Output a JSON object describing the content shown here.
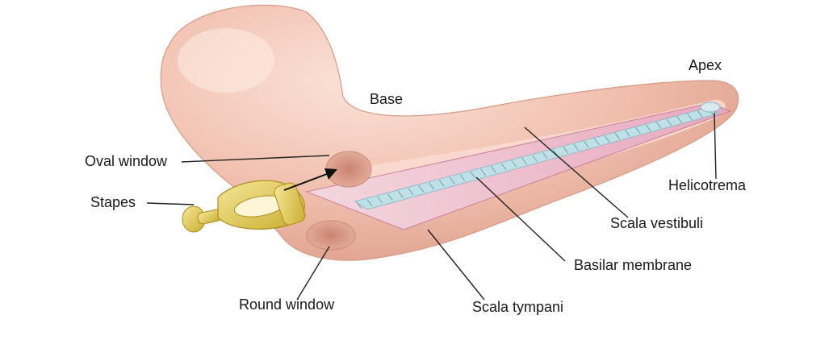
{
  "labels": {
    "apex": "Apex",
    "base": "Base",
    "oval_window": "Oval window",
    "stapes": "Stapes",
    "helicotrema": "Helicotrema",
    "scala_vestibuli": "Scala vestibuli",
    "basilar_membrane": "Basilar membrane",
    "round_window": "Round window",
    "scala_tympani": "Scala tympani"
  },
  "colors": {
    "cochlea_fill": "#f2c3b0",
    "cochlea_dark": "#d99a86",
    "membrane_pink": "#e7a8bb",
    "membrane_blue": "#bfe0e6",
    "stapes_gold": "#e6cf5a",
    "leader_line": "#222222"
  }
}
